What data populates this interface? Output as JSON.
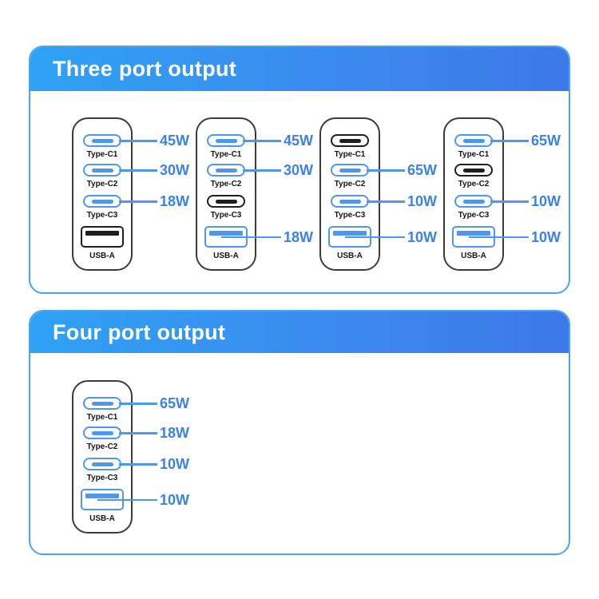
{
  "panels": [
    {
      "title": "Three port output",
      "chargers": [
        {
          "ports": [
            {
              "type": "usbc",
              "label": "Type-C1",
              "active": true,
              "watt": "45W"
            },
            {
              "type": "usbc",
              "label": "Type-C2",
              "active": true,
              "watt": "30W"
            },
            {
              "type": "usbc",
              "label": "Type-C3",
              "active": true,
              "watt": "18W"
            },
            {
              "type": "usba",
              "label": "USB-A",
              "active": false,
              "watt": null
            }
          ]
        },
        {
          "ports": [
            {
              "type": "usbc",
              "label": "Type-C1",
              "active": true,
              "watt": "45W"
            },
            {
              "type": "usbc",
              "label": "Type-C2",
              "active": true,
              "watt": "30W"
            },
            {
              "type": "usbc",
              "label": "Type-C3",
              "active": false,
              "watt": null
            },
            {
              "type": "usba",
              "label": "USB-A",
              "active": true,
              "watt": "18W"
            }
          ]
        },
        {
          "ports": [
            {
              "type": "usbc",
              "label": "Type-C1",
              "active": false,
              "watt": null
            },
            {
              "type": "usbc",
              "label": "Type-C2",
              "active": true,
              "watt": "65W"
            },
            {
              "type": "usbc",
              "label": "Type-C3",
              "active": true,
              "watt": "10W"
            },
            {
              "type": "usba",
              "label": "USB-A",
              "active": true,
              "watt": "10W"
            }
          ]
        },
        {
          "ports": [
            {
              "type": "usbc",
              "label": "Type-C1",
              "active": true,
              "watt": "65W"
            },
            {
              "type": "usbc",
              "label": "Type-C2",
              "active": false,
              "watt": null
            },
            {
              "type": "usbc",
              "label": "Type-C3",
              "active": true,
              "watt": "10W"
            },
            {
              "type": "usba",
              "label": "USB-A",
              "active": true,
              "watt": "10W"
            }
          ]
        }
      ]
    },
    {
      "title": "Four port output",
      "chargers": [
        {
          "ports": [
            {
              "type": "usbc",
              "label": "Type-C1",
              "active": true,
              "watt": "65W"
            },
            {
              "type": "usbc",
              "label": "Type-C2",
              "active": true,
              "watt": "18W"
            },
            {
              "type": "usbc",
              "label": "Type-C3",
              "active": true,
              "watt": "10W"
            },
            {
              "type": "usba",
              "label": "USB-A",
              "active": true,
              "watt": "10W"
            }
          ]
        }
      ]
    }
  ],
  "colors": {
    "header_gradient_left": "#2fa2f4",
    "header_gradient_right": "#3b79e8",
    "panel_border": "#47a5f2",
    "active_port_blue": "#4d97f0",
    "watt_text_blue": "#3b82e8",
    "inactive_port_black": "#1e1e1e",
    "charger_outline": "#3b3b3b",
    "title_text": "#ffffff"
  }
}
